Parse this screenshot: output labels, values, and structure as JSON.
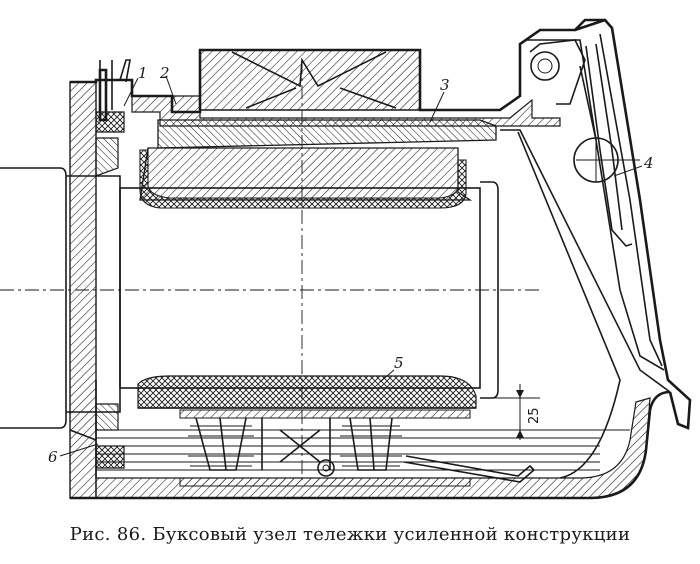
{
  "caption": "Рис. 86. Буксовый узел тележки усиленной конструкции",
  "callouts": {
    "c1": "1",
    "c2": "2",
    "c3": "3",
    "c4": "4",
    "c5": "5",
    "c6": "6"
  },
  "dimension": {
    "oil_level_gap": "25"
  }
}
